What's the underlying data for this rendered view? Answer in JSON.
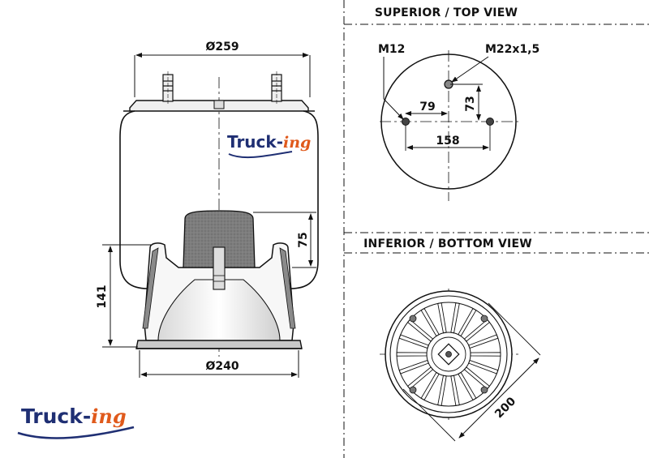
{
  "views": {
    "top_title": "SUPERIOR / TOP VIEW",
    "bottom_title": "INFERIOR / BOTTOM VIEW"
  },
  "dimensions": {
    "top_diameter": "Ø259",
    "bottom_diameter": "Ø240",
    "height_total": "141",
    "piston_height": "75",
    "stud_thread": "M12",
    "air_fitting_thread": "M22x1,5",
    "offset_79": "79",
    "offset_73": "73",
    "spacing_158": "158",
    "bottom_diameter_200": "200"
  },
  "brand": {
    "main": "Truck-",
    "accent": "ing"
  },
  "colors": {
    "brand_blue": "#1f2f73",
    "brand_orange": "#e05a1c",
    "piston_gray": "#7d7d7d"
  }
}
